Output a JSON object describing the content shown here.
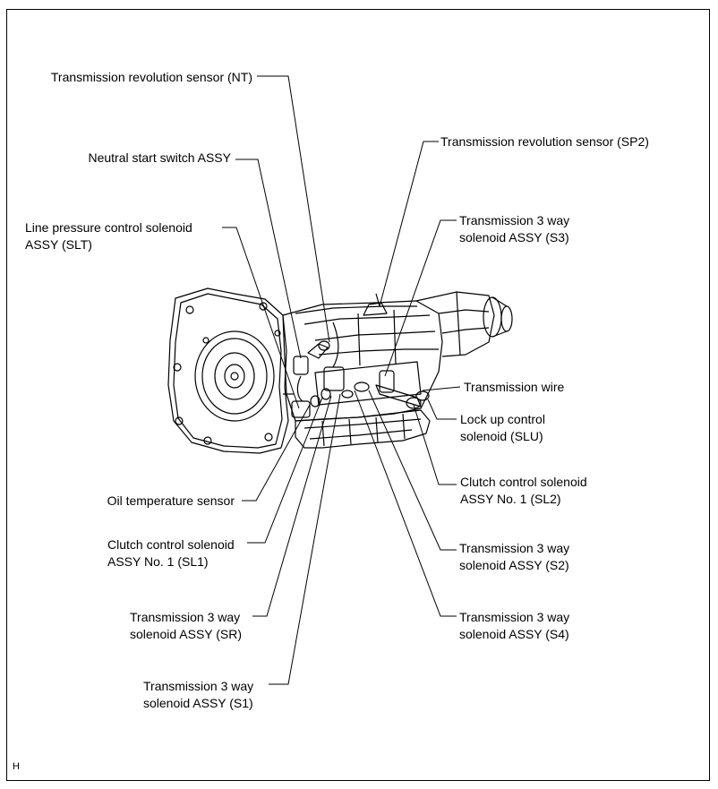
{
  "labels": {
    "nt": "Transmission revolution sensor (NT)",
    "nss": "Neutral start switch ASSY",
    "slt_1": "Line pressure control solenoid",
    "slt_2": "ASSY (SLT)",
    "sp2": "Transmission revolution sensor (SP2)",
    "s3_1": "Transmission 3 way",
    "s3_2": "solenoid ASSY (S3)",
    "wire": "Transmission wire",
    "slu_1": "Lock up control",
    "slu_2": "solenoid (SLU)",
    "sl2_1": "Clutch control solenoid",
    "sl2_2": "ASSY No. 1 (SL2)",
    "oil": "Oil temperature sensor",
    "sl1_1": "Clutch control solenoid",
    "sl1_2": "ASSY No. 1 (SL1)",
    "s2_1": "Transmission 3 way",
    "s2_2": "solenoid ASSY (S2)",
    "sr_1": "Transmission 3 way",
    "sr_2": "solenoid ASSY (SR)",
    "s4_1": "Transmission 3 way",
    "s4_2": "solenoid ASSY (S4)",
    "s1_1": "Transmission 3 way",
    "s1_2": "solenoid ASSY (S1)"
  },
  "corner_mark": "H"
}
